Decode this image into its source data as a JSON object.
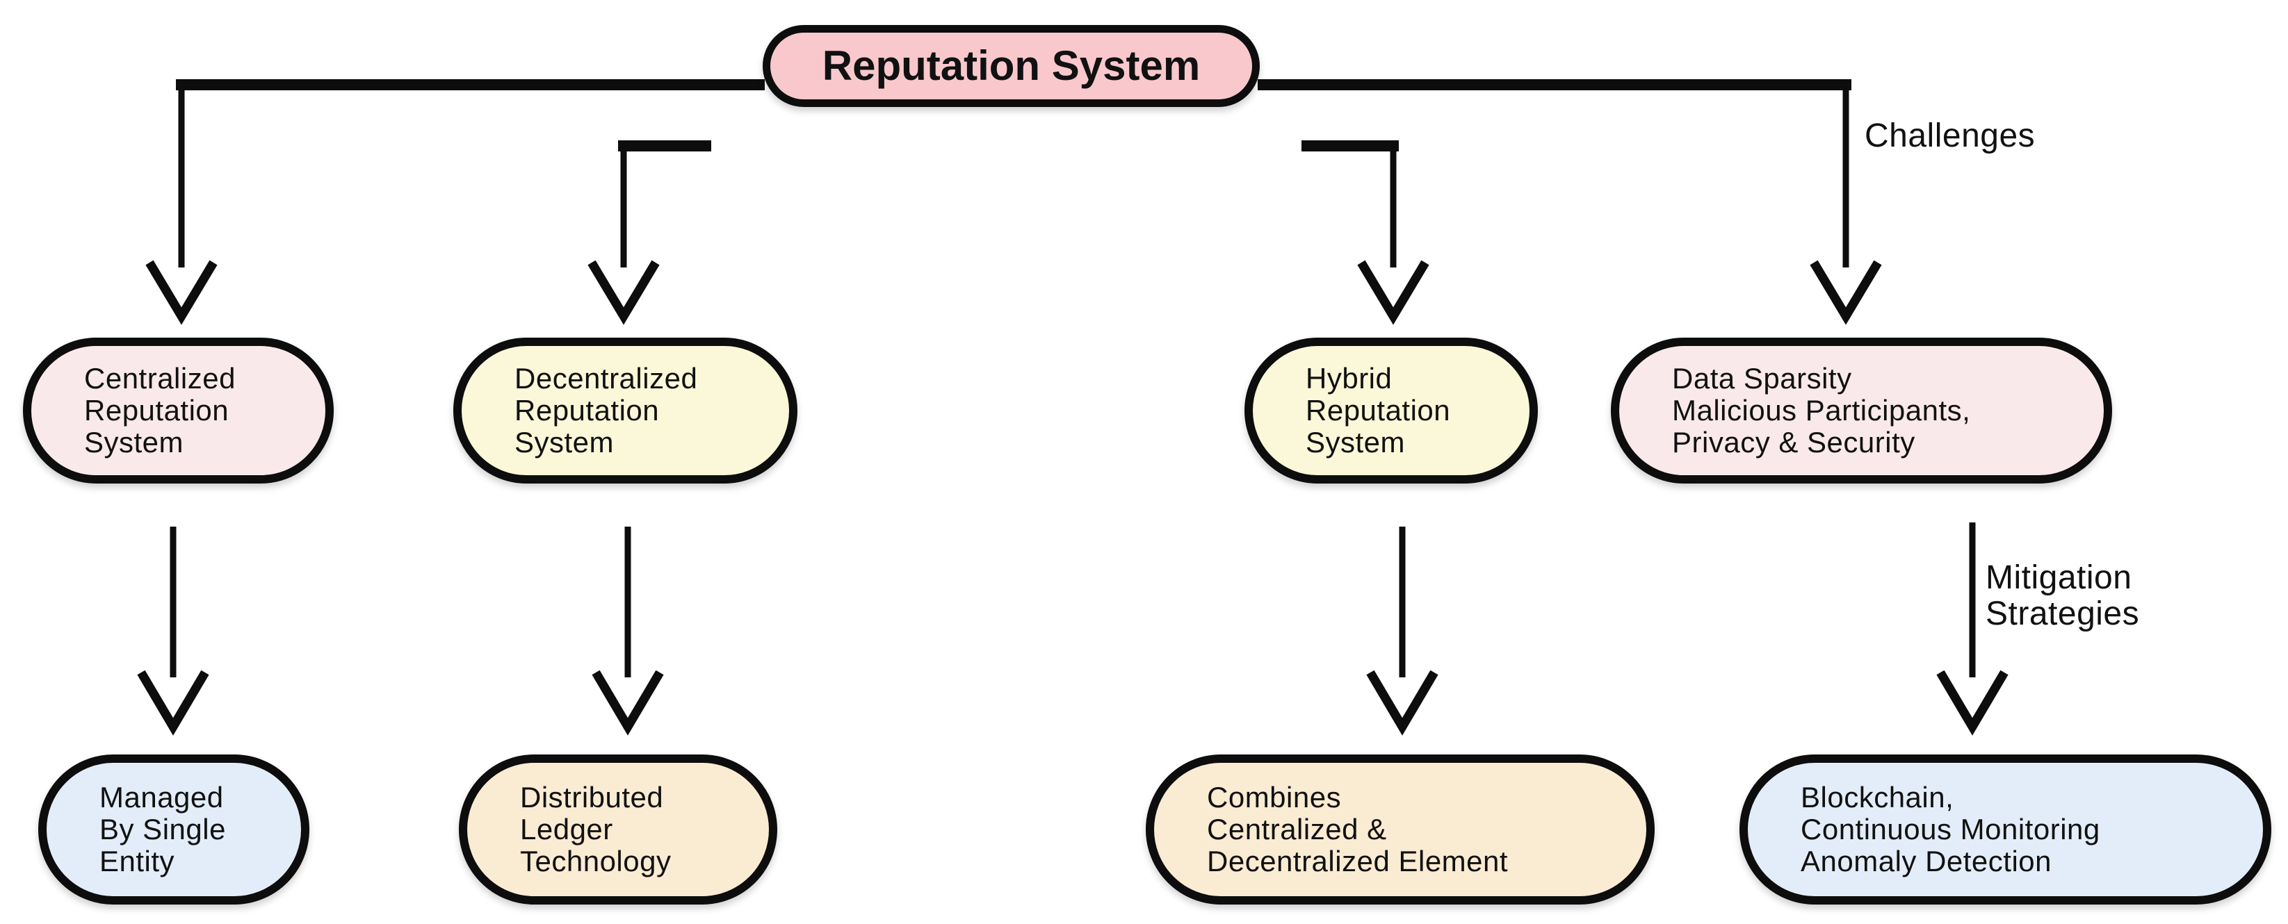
{
  "diagram": {
    "background": "#ffffff",
    "line_color": "#0d0d0d",
    "root": {
      "label": "Reputation System",
      "fill": "#F9C8CC"
    },
    "level1": [
      {
        "label": "Centralized\nReputation\nSystem",
        "fill": "#FAE9EA"
      },
      {
        "label": "Decentralized\nReputation\nSystem",
        "fill": "#FAF8D8"
      },
      {
        "label": "Hybrid\nReputation\nSystem",
        "fill": "#FAF8D8"
      },
      {
        "label": "Data Sparsity\nMalicious Participants,\nPrivacy & Security",
        "fill": "#FAE9EA"
      }
    ],
    "level2": [
      {
        "label": "Managed\nBy Single\nEntity",
        "fill": "#E3EDF9"
      },
      {
        "label": "Distributed\nLedger\nTechnology",
        "fill": "#FAEBD3"
      },
      {
        "label": "Combines\nCentralized &\nDecentralized Element",
        "fill": "#FAEBD3"
      },
      {
        "label": "Blockchain,\nContinuous Monitoring\nAnomaly Detection",
        "fill": "#E3EDF9"
      }
    ],
    "edge_labels": {
      "challenges": "Challenges",
      "mitigation": "Mitigation\nStrategies"
    }
  }
}
